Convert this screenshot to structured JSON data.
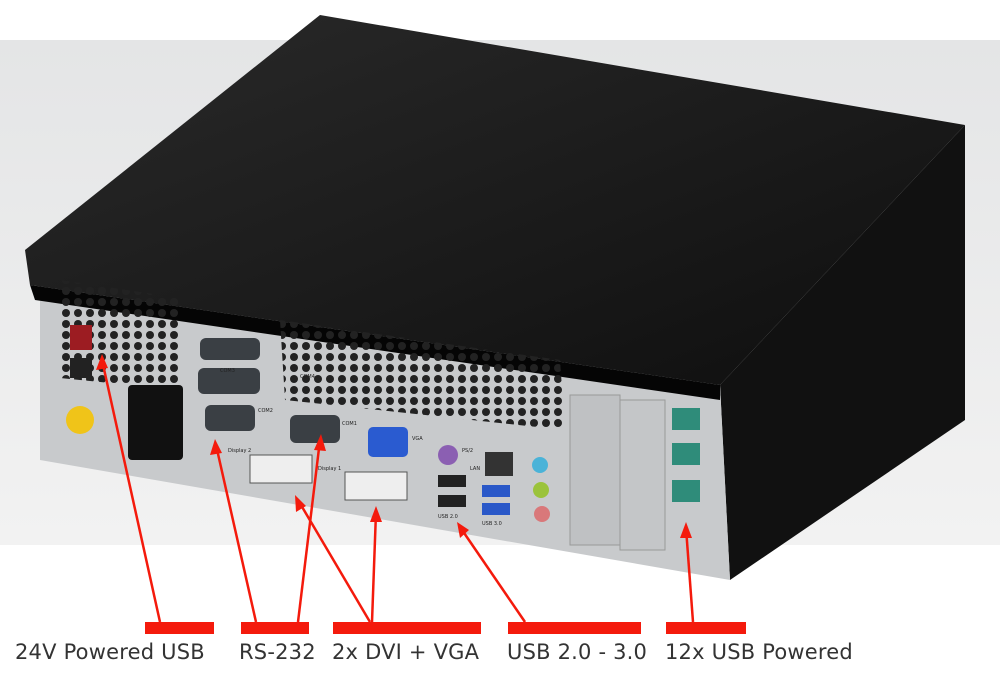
{
  "callouts": [
    {
      "label": "24V Powered USB"
    },
    {
      "label": "RS-232"
    },
    {
      "label": "2x DVI + VGA"
    },
    {
      "label": "USB 2.0 - 3.0"
    },
    {
      "label": "12x USB Powered"
    }
  ],
  "port_labels": {
    "com1": "COM1",
    "com2": "COM2",
    "com3": "COM3",
    "com4": "COM4",
    "vga": "VGA",
    "display1": "Display 1",
    "display2": "Display 2",
    "ps2": "PS/2",
    "lan": "LAN",
    "usb2": "USB 2.0",
    "usb3": "USB 3.0"
  },
  "colors": {
    "annotation": "#f41a0c",
    "case": "#141414",
    "panel": "#c9cbcd"
  }
}
